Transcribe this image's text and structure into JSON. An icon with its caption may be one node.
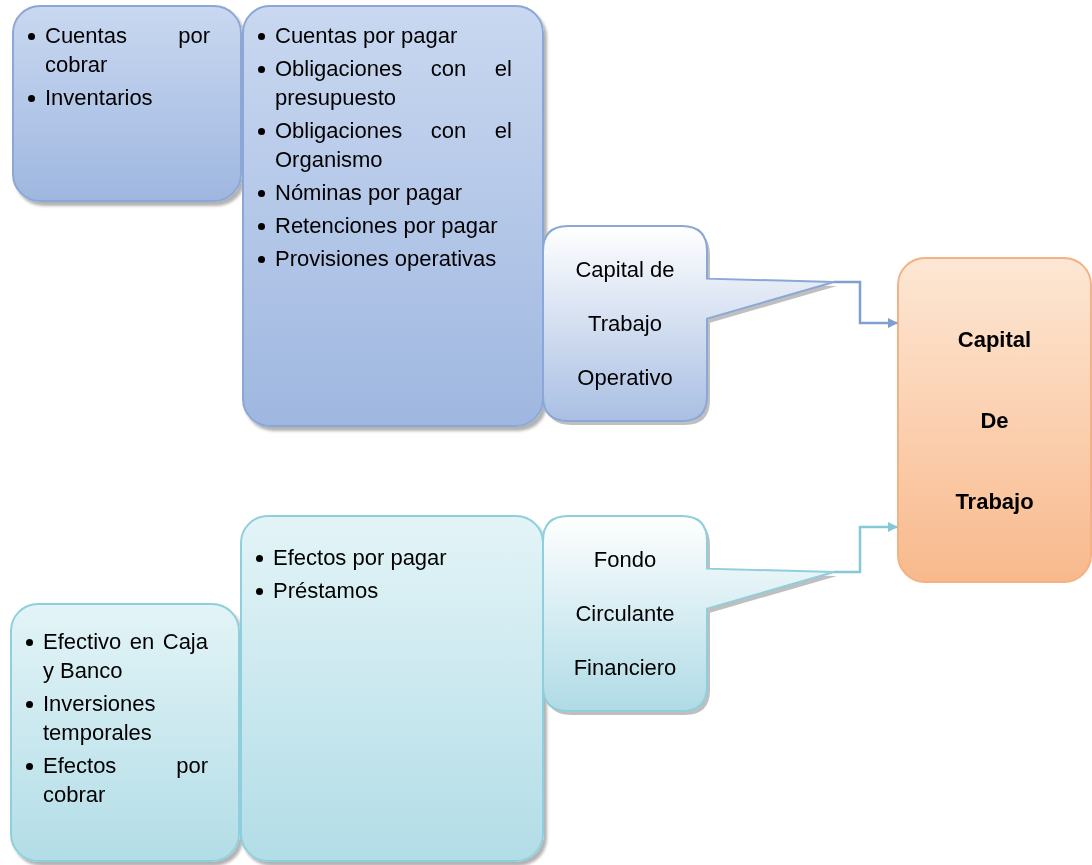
{
  "diagram": {
    "nodes": [
      {
        "text": [
          "Cuentas por cobrar",
          "Inventarios"
        ]
      },
      {
        "text": [
          "Cuentas por pagar",
          "Obligaciones con el presupuesto",
          "Obligaciones con el Organismo",
          "Nóminas por pagar",
          "Retenciones por pagar",
          "Provisiones operativas"
        ]
      },
      {
        "text": [
          "Capital de Trabajo Operativo"
        ]
      },
      {
        "text": [
          "Efectivo en Caja y Banco",
          "Inversiones temporales",
          "Efectos por cobrar"
        ]
      },
      {
        "text": [
          "Efectos por pagar",
          "Préstamos"
        ]
      },
      {
        "text": [
          "Fondo Circulante Financiero"
        ]
      },
      {
        "text": [
          "Capital De Trabajo"
        ]
      }
    ],
    "edges": [
      {
        "from": 2,
        "to": 6,
        "arrow": "to",
        "color": "#7f9fcf"
      },
      {
        "from": 5,
        "to": 6,
        "arrow": "to",
        "color": "#86c8d8"
      }
    ]
  }
}
